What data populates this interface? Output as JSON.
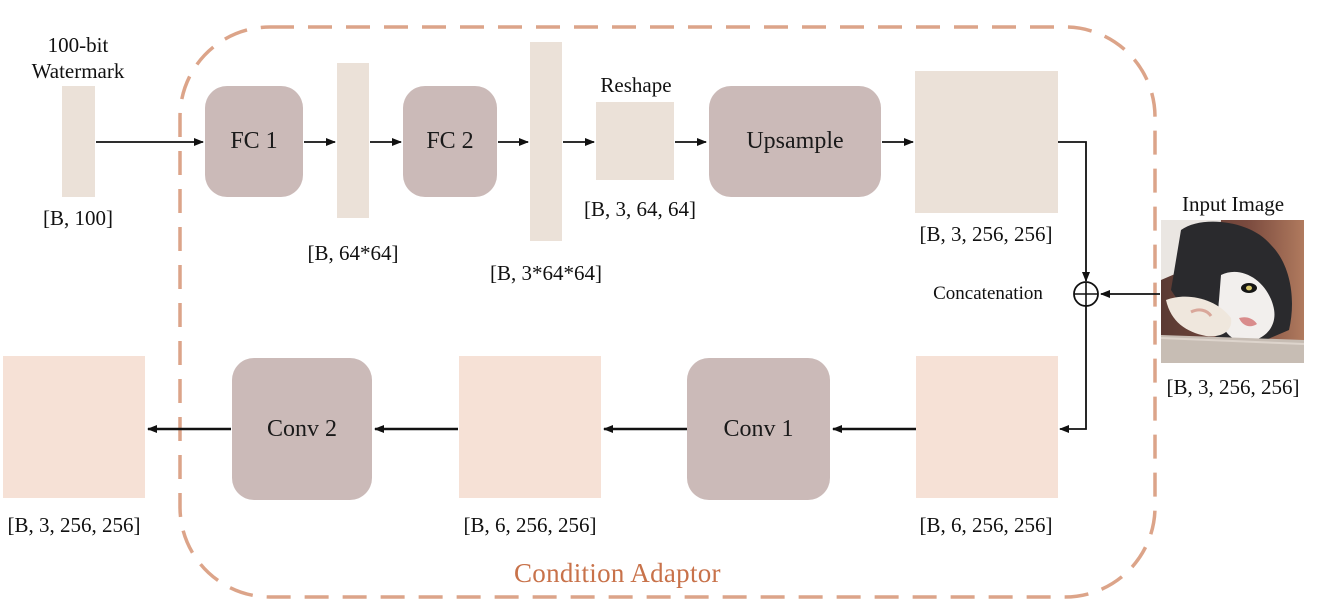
{
  "watermark": {
    "title_line1": "100-bit",
    "title_line2": "Watermark",
    "shape": "[B, 100]"
  },
  "fc1": {
    "label": "FC 1",
    "shape": "[B, 64*64]"
  },
  "fc2": {
    "label": "FC 2",
    "shape": "[B, 3*64*64]"
  },
  "reshape": {
    "label": "Reshape",
    "shape": "[B, 3, 64, 64]"
  },
  "upsample": {
    "label": "Upsample",
    "shape": "[B, 3, 256, 256]"
  },
  "input_image": {
    "label": "Input Image",
    "shape": "[B, 3, 256, 256]"
  },
  "concat": {
    "label": "Concatenation",
    "symbol": "⊕",
    "shape": "[B, 6, 256, 256]"
  },
  "conv1": {
    "label": "Conv 1",
    "shape": "[B, 6, 256, 256]"
  },
  "conv2": {
    "label": "Conv 2",
    "shape": "[B, 3, 256, 256]"
  },
  "adaptor": {
    "title": "Condition Adaptor"
  },
  "colors": {
    "block": "#cbbab8",
    "tensor_beige": "#ebe1d8",
    "tensor_pink": "#f6e1d6",
    "dashed_border": "#dca489",
    "adaptor_text": "#c8724a"
  }
}
